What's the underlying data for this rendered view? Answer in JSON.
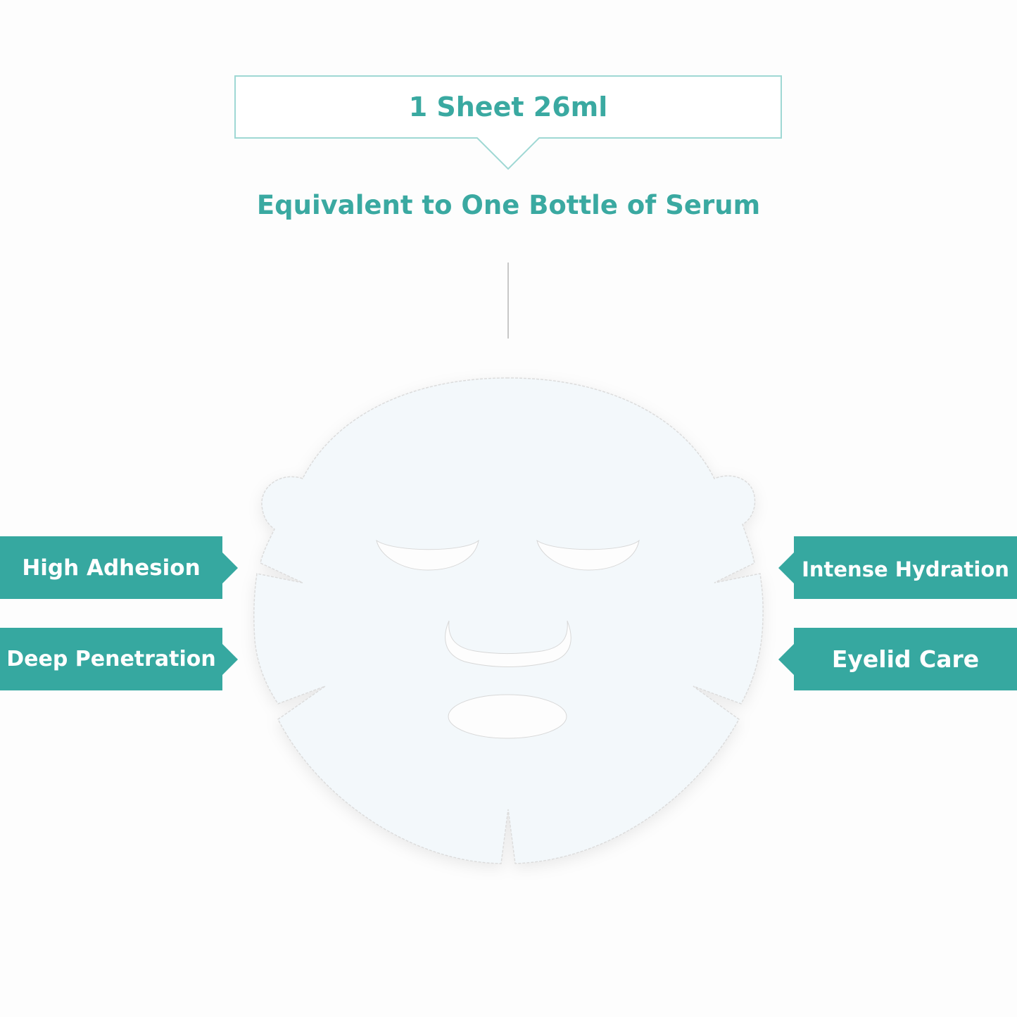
{
  "header": {
    "bubble_text": "1 Sheet 26ml",
    "subtitle": "Equivalent to One Bottle of Serum"
  },
  "features": {
    "left": [
      {
        "label": "High Adhesion"
      },
      {
        "label": "Deep Penetration"
      }
    ],
    "right": [
      {
        "label": "Intense Hydration"
      },
      {
        "label": "Eyelid Care"
      }
    ]
  },
  "colors": {
    "accent": "#36a8a0",
    "bubble_border": "#9fd8d4",
    "mask_fill": "#f3f8fb"
  }
}
